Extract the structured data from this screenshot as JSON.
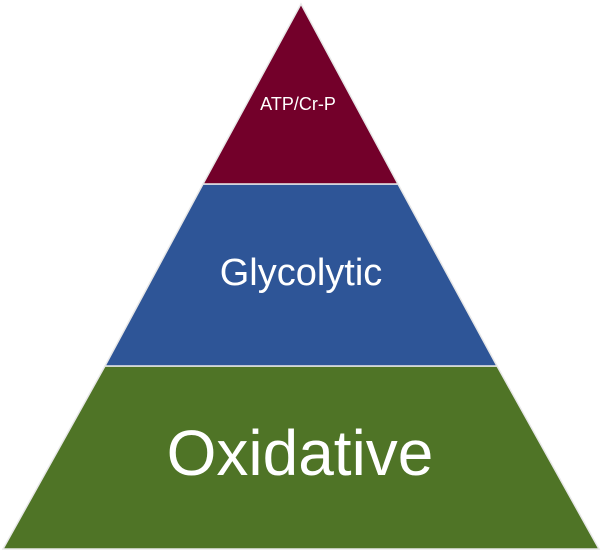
{
  "diagram": {
    "tiers": [
      {
        "label": "ATP/Cr-P",
        "color": "#73002a"
      },
      {
        "label": "Glycolytic",
        "color": "#2e5597"
      },
      {
        "label": "Oxidative",
        "color": "#4f7426"
      }
    ],
    "edge_color": "#d9d9d9"
  }
}
